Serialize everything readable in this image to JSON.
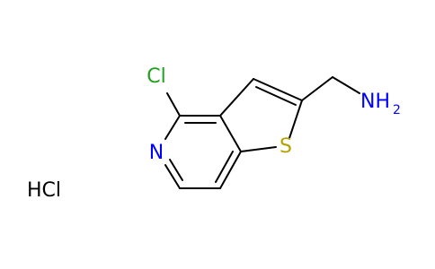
{
  "molecule": {
    "atoms": {
      "chlorine": "Cl",
      "nitrogen": "N",
      "sulfur": "S",
      "amine": "NH",
      "amine_subscript": "2"
    },
    "salt": "HCl"
  },
  "colors": {
    "bond": "#000000",
    "carbon_text": "#000000",
    "chlorine": "#1fa01f",
    "nitrogen": "#0000ff",
    "sulfur": "#b3a300"
  }
}
